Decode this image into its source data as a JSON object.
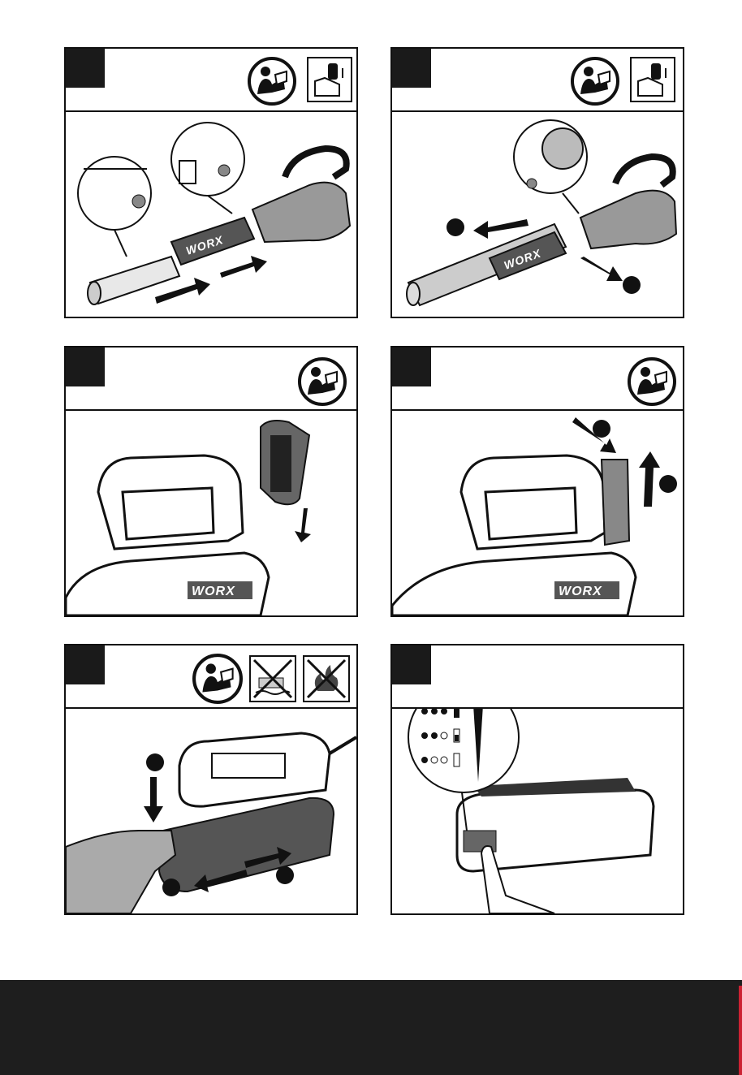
{
  "brand": "WORX",
  "icons": {
    "manual": "read-manual-icon",
    "battery_insert": "battery-insert-icon",
    "no_water": "no-water-charger-icon",
    "no_fire": "no-fire-icon"
  },
  "colors": {
    "ink": "#111111",
    "footer": "#1e1e1e"
  },
  "charge_levels": [
    "3-of-3",
    "2-of-3",
    "1-of-3"
  ]
}
